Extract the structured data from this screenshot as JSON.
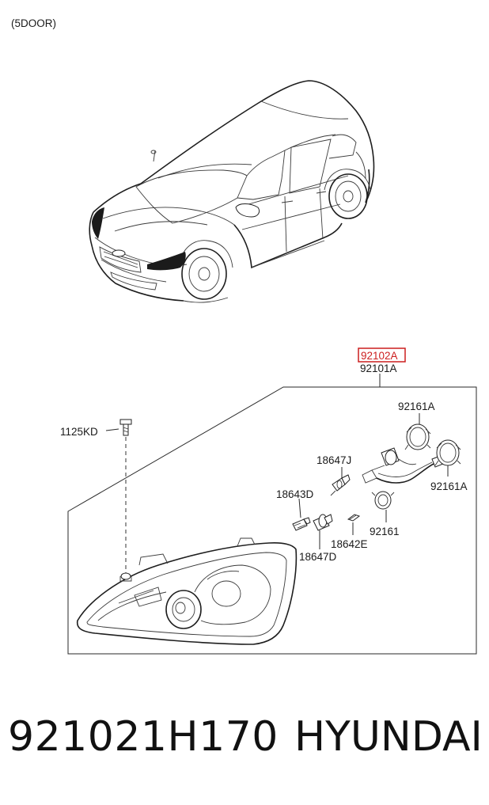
{
  "diagram": {
    "variant_label": "(5DOOR)",
    "callouts": {
      "assembly_highlighted": "92102A",
      "assembly": "92101A",
      "bolt": "1125KD",
      "cap_top": "92161A",
      "cap_right": "92161A",
      "bulb_holder_j": "18647J",
      "bulb_small": "18643D",
      "bulb_holder_d": "18647D",
      "bulb_wedge": "18642E",
      "socket": "92161"
    },
    "highlight_color": "#cc1f1f"
  },
  "footer": {
    "part_number": "921021H170",
    "brand": "HYUNDAI"
  }
}
